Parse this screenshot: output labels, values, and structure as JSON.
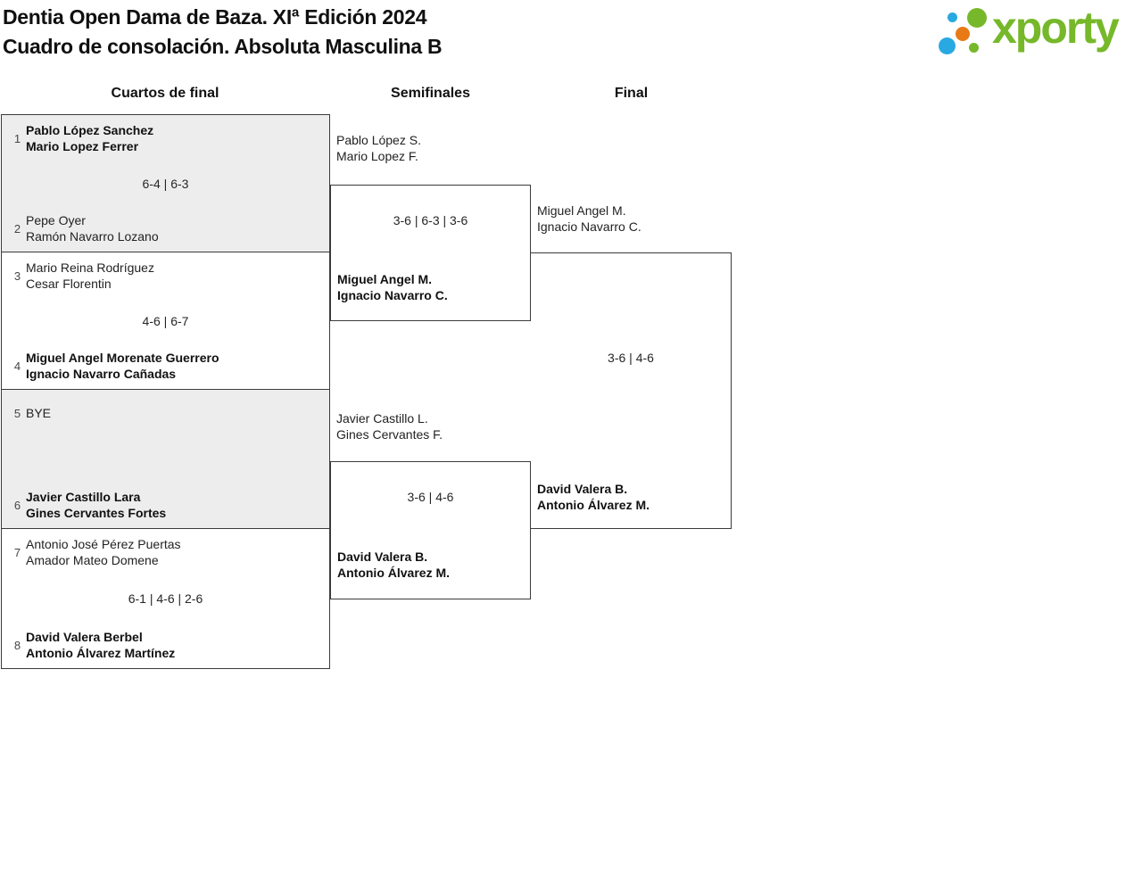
{
  "header": {
    "title_line1": "Dentia Open Dama de Baza. XIª Edición 2024",
    "title_line2": "Cuadro de consolación. Absoluta Masculina B"
  },
  "logo": {
    "text": "xporty",
    "green": "#76b82a",
    "blue": "#29a9e1",
    "orange": "#e87a16"
  },
  "round_headers": {
    "quarterfinals": "Cuartos de final",
    "semifinals": "Semifinales",
    "final": "Final"
  },
  "quarterfinals": [
    {
      "top": {
        "seed": "1",
        "line1": "Pablo López Sanchez",
        "line2": "Mario Lopez Ferrer"
      },
      "score": "6-4 | 6-3",
      "bottom": {
        "seed": "2",
        "line1": "Pepe Oyer",
        "line2": "Ramón Navarro Lozano"
      }
    },
    {
      "top": {
        "seed": "3",
        "line1": "Mario Reina Rodríguez",
        "line2": "Cesar Florentin"
      },
      "score": "4-6 | 6-7",
      "bottom": {
        "seed": "4",
        "line1": "Miguel Angel Morenate Guerrero",
        "line2": "Ignacio Navarro Cañadas"
      }
    },
    {
      "top": {
        "seed": "5",
        "line1": "BYE",
        "line2": ""
      },
      "score": "",
      "bottom": {
        "seed": "6",
        "line1": "Javier Castillo Lara",
        "line2": "Gines Cervantes Fortes"
      }
    },
    {
      "top": {
        "seed": "7",
        "line1": "Antonio José Pérez Puertas",
        "line2": "Amador Mateo Domene"
      },
      "score": "6-1 | 4-6 | 2-6",
      "bottom": {
        "seed": "8",
        "line1": "David Valera Berbel",
        "line2": "Antonio Álvarez Martínez"
      }
    }
  ],
  "semifinals": [
    {
      "top_line1": "Pablo López S.",
      "top_line2": "Mario Lopez F.",
      "score": "3-6 | 6-3 | 3-6",
      "bottom_line1": "Miguel Angel M.",
      "bottom_line2": "Ignacio Navarro C."
    },
    {
      "top_line1": "Javier Castillo L.",
      "top_line2": "Gines Cervantes F.",
      "score": "3-6 | 4-6",
      "bottom_line1": "David Valera B.",
      "bottom_line2": "Antonio Álvarez M."
    }
  ],
  "final": {
    "top_line1": "Miguel Angel M.",
    "top_line2": "Ignacio Navarro C.",
    "score": "3-6 | 4-6",
    "bottom_line1": "David Valera B.",
    "bottom_line2": "Antonio Álvarez M."
  }
}
